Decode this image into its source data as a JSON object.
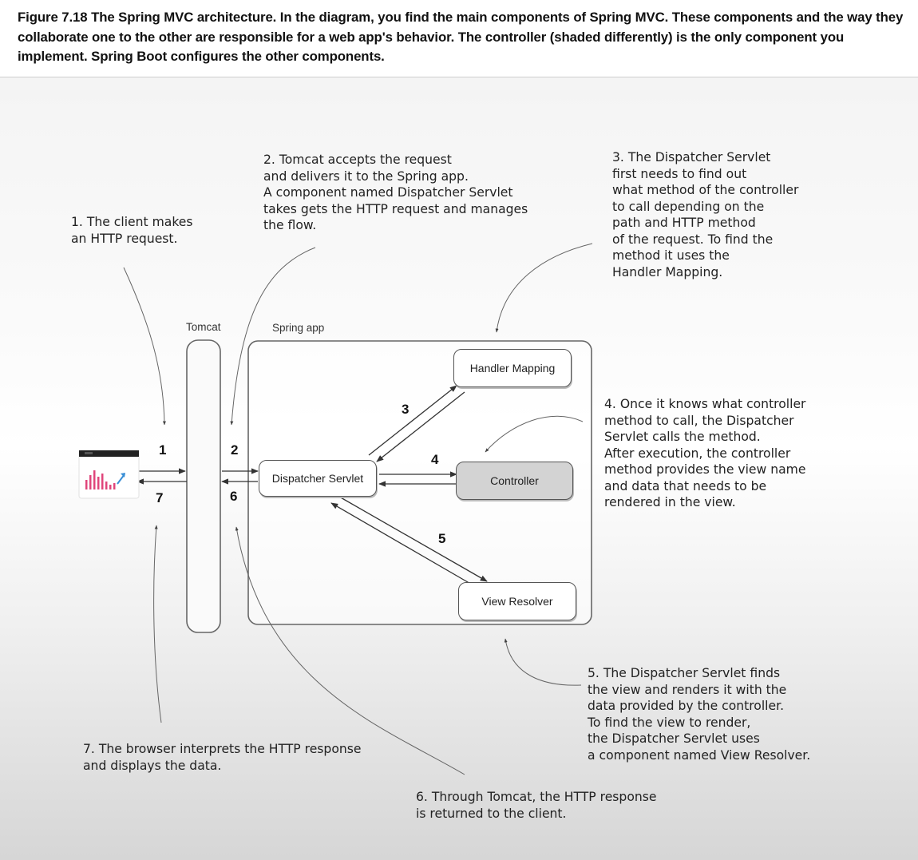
{
  "caption": "Figure 7.18 The Spring MVC architecture. In the diagram, you find the main components of Spring MVC. These components and the way they collaborate one to the other are responsible for a web app's behavior. The controller (shaded differently) is the only component you implement. Spring Boot configures the other components.",
  "notes": {
    "n1": "1. The client makes\nan HTTP request.",
    "n2": "2. Tomcat accepts the request\nand delivers it to the Spring app.\nA component named Dispatcher Servlet\ntakes gets the HTTP request and manages\nthe flow.",
    "n3": "3. The Dispatcher Servlet\nfirst needs to find out\nwhat method of the controller\nto call depending on the\npath and HTTP method\nof the request. To find the\nmethod it uses the\nHandler Mapping.",
    "n4": "4. Once it knows what controller\nmethod to call, the Dispatcher\nServlet calls the method.\nAfter execution, the controller\nmethod provides the view name\nand data that needs to be\nrendered in the view.",
    "n5": "5. The Dispatcher Servlet finds\nthe view and renders it with the\ndata provided by the controller.\nTo find the view to render,\nthe Dispatcher Servlet uses\na component named View Resolver.",
    "n6": "6. Through Tomcat, the HTTP response\nis returned to the client.",
    "n7": "7. The browser interprets the HTTP response\nand displays the data."
  },
  "labels": {
    "tomcat": "Tomcat",
    "spring_app": "Spring app"
  },
  "components": {
    "handler_mapping": "Handler Mapping",
    "dispatcher_servlet": "Dispatcher Servlet",
    "controller": "Controller",
    "view_resolver": "View Resolver"
  },
  "steps": {
    "s1": "1",
    "s2": "2",
    "s3": "3",
    "s4": "4",
    "s5": "5",
    "s6": "6",
    "s7": "7"
  },
  "colors": {
    "controller_fill": "#d3d3d3",
    "stroke": "#555555",
    "browser_icon_accent": "#e0457b",
    "browser_icon_arrow": "#3a8fd6"
  },
  "icons": [
    "browser-icon"
  ]
}
